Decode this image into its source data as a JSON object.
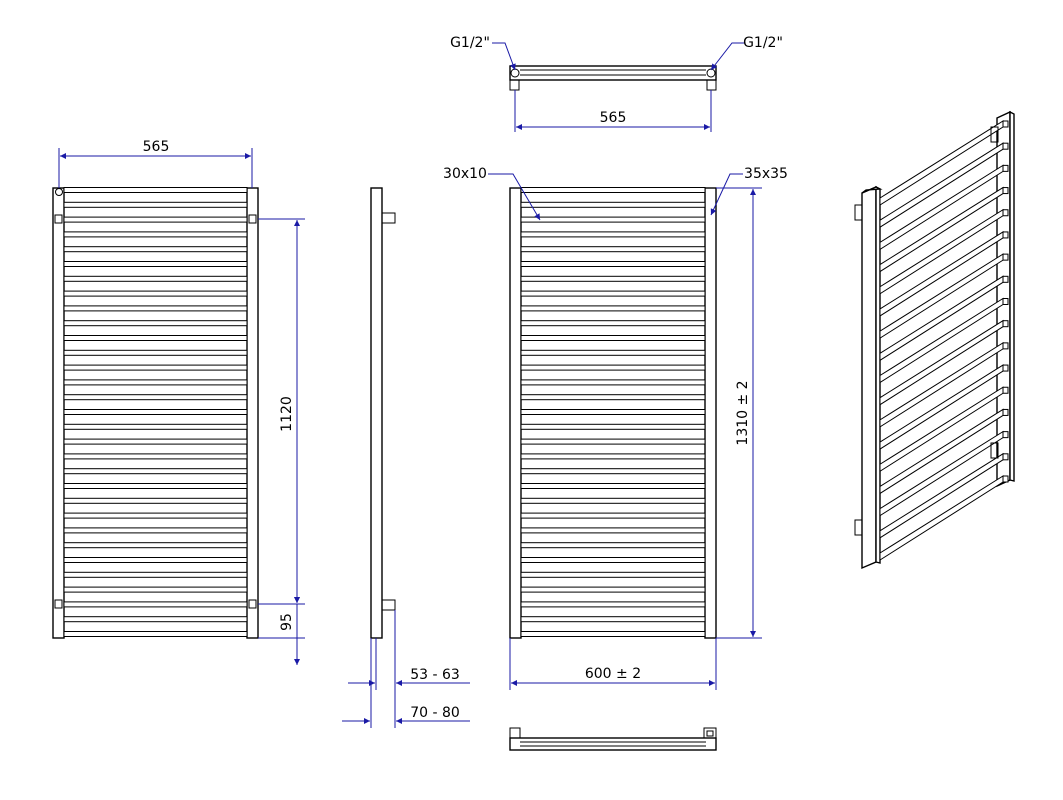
{
  "colors": {
    "line": "#000000",
    "dimension": "#1a1aa6",
    "background": "#ffffff"
  },
  "front_view": {
    "width_top": "565",
    "height_centers": "1120",
    "bottom_offset": "95",
    "rail_count": 31
  },
  "side_view": {
    "depth_small": "53 - 63",
    "depth_large": "70 - 80"
  },
  "top_view": {
    "connection_left": "G1/2\"",
    "connection_right": "G1/2\"",
    "width": "565"
  },
  "back_view": {
    "rail_section": "30x10",
    "column_section": "35x35",
    "height": "1310 ± 2",
    "width": "600 ± 2",
    "rail_count": 31
  },
  "iso_view": {
    "rail_count": 17
  }
}
